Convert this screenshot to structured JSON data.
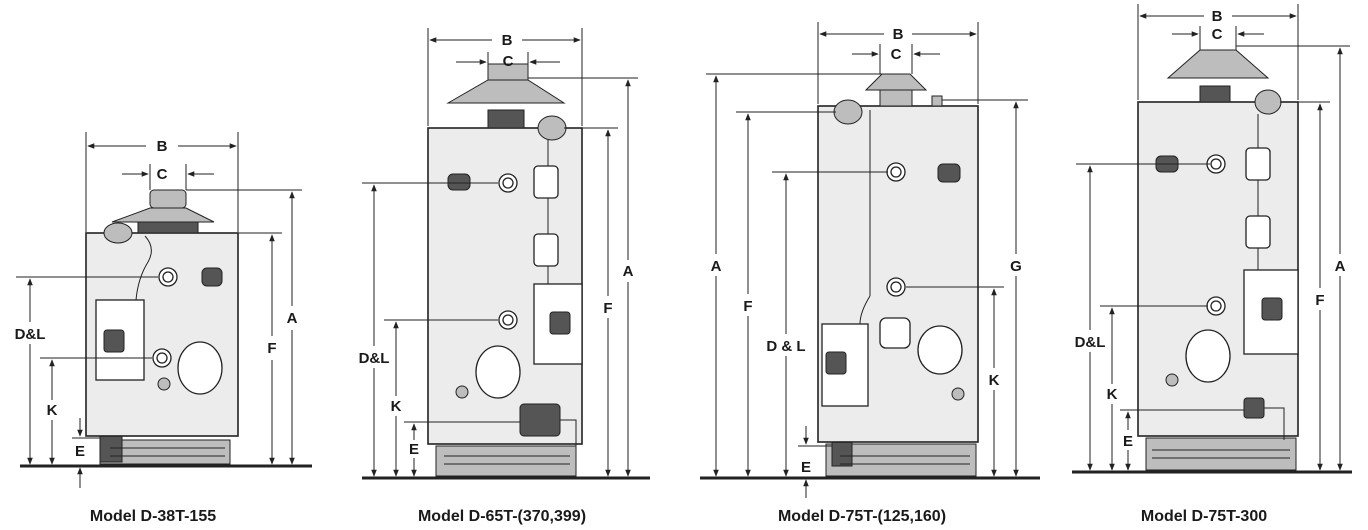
{
  "models": [
    {
      "caption": "Model D-38T-155",
      "labels": {
        "A": "A",
        "B": "B",
        "C": "C",
        "F": "F",
        "DL": "D&L",
        "K": "K",
        "E": "E"
      }
    },
    {
      "caption": "Model D-65T-(370,399)",
      "labels": {
        "A": "A",
        "B": "B",
        "C": "C",
        "F": "F",
        "DL": "D&L",
        "K": "K",
        "E": "E"
      }
    },
    {
      "caption": "Model D-75T-(125,160)",
      "labels": {
        "A": "A",
        "B": "B",
        "C": "C",
        "F": "F",
        "G": "G",
        "DL": "D & L",
        "K": "K",
        "E": "E"
      }
    },
    {
      "caption": "Model D-75T-300",
      "labels": {
        "A": "A",
        "B": "B",
        "C": "C",
        "F": "F",
        "DL": "D&L",
        "K": "K",
        "E": "E"
      }
    }
  ]
}
